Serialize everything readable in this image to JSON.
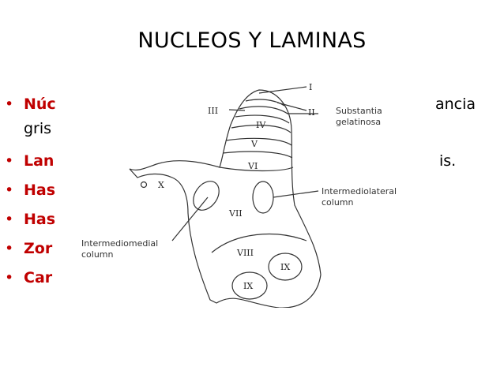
{
  "title": "NUCLEOS Y LAMINAS",
  "bullets": [
    {
      "visible": "Núc",
      "continuation": "gris",
      "tail": "ancia"
    },
    {
      "visible": "Lan",
      "tail": "is."
    },
    {
      "visible": "Has"
    },
    {
      "visible": "Has"
    },
    {
      "visible": "Zor"
    },
    {
      "visible": "Car"
    }
  ],
  "figure": {
    "laminae": [
      "I",
      "II",
      "III",
      "IV",
      "V",
      "VI",
      "VII",
      "VIII",
      "IX",
      "IX",
      "X"
    ],
    "labels": {
      "substantia": [
        "Substantia",
        "gelatinosa"
      ],
      "intermediolateral": [
        "Intermediolateral",
        "column"
      ],
      "intermediomedial": [
        "Intermediomedial",
        "column"
      ]
    }
  }
}
